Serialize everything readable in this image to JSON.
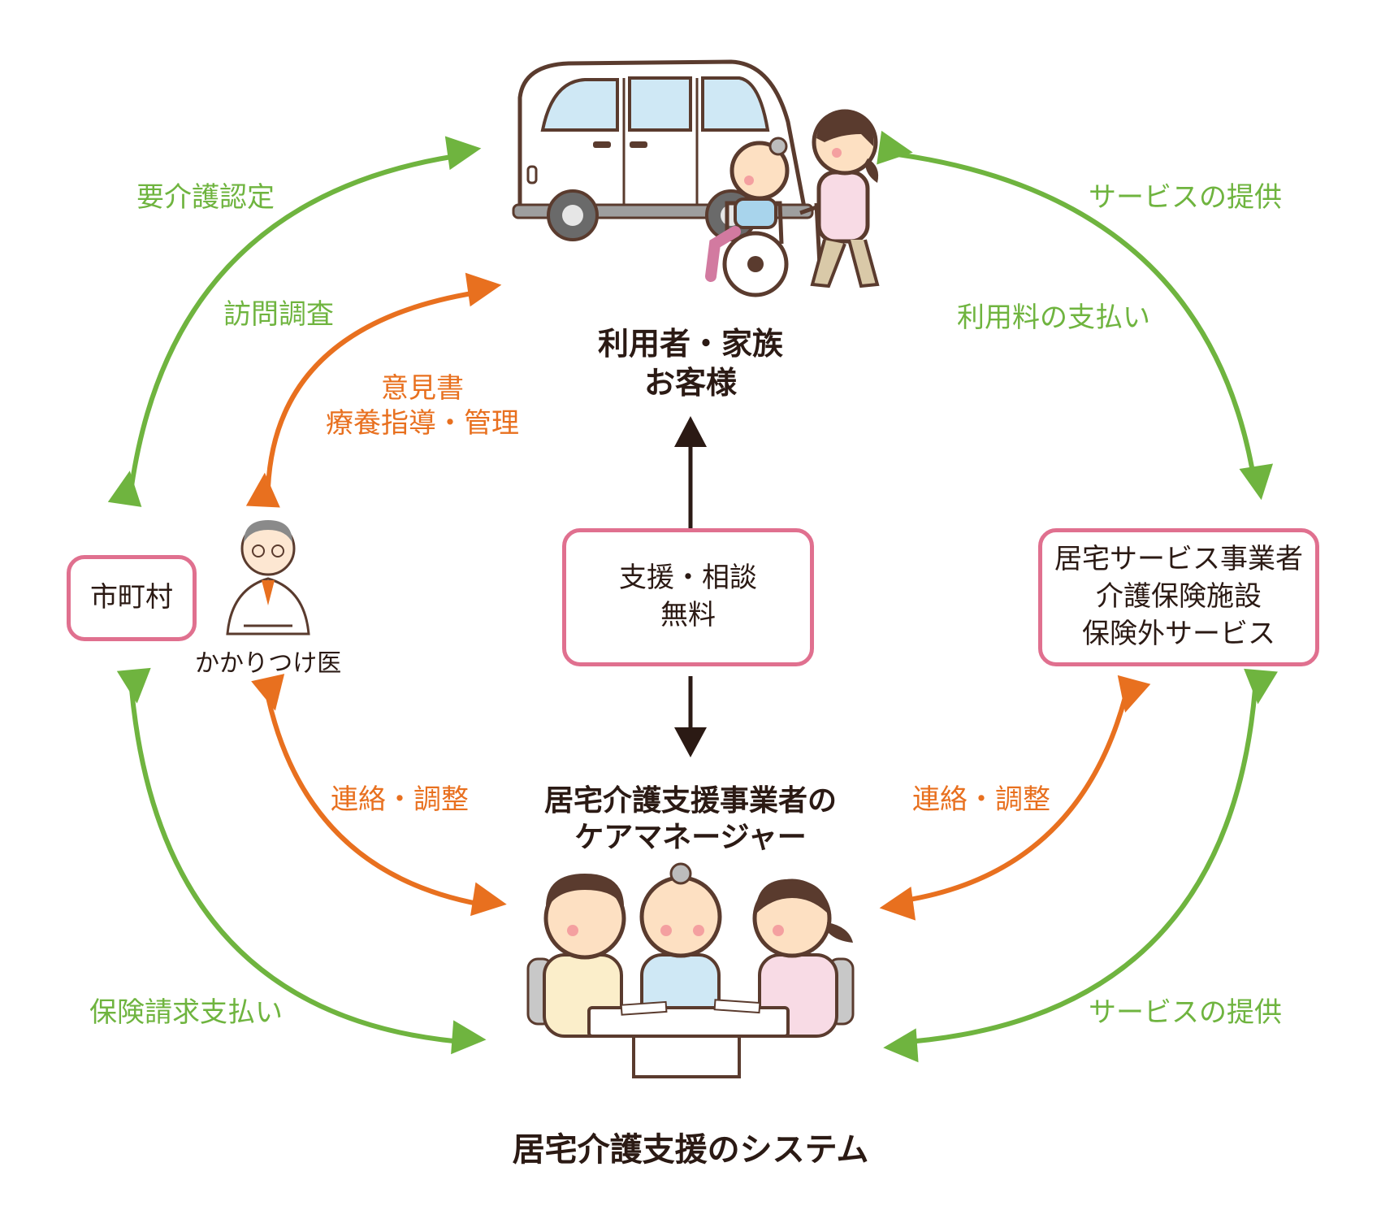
{
  "title": "居宅介護支援のシステム",
  "nodes": {
    "user": {
      "line1": "利用者・家族",
      "line2": "お客様"
    },
    "municipality": {
      "label": "市町村"
    },
    "doctor": {
      "label": "かかりつけ医"
    },
    "center": {
      "line1": "支援・相談",
      "line2": "無料"
    },
    "provider": {
      "line1": "居宅サービス事業者",
      "line2": "介護保険施設",
      "line3": "保険外サービス"
    },
    "caremanager": {
      "line1": "居宅介護支援事業者の",
      "line2": "ケアマネージャー"
    }
  },
  "edges": {
    "top_left_1": "要介護認定",
    "top_left_2": "訪問調査",
    "doctor_user_1": "意見書",
    "doctor_user_2": "療養指導・管理",
    "top_right_1": "サービスの提供",
    "top_right_2": "利用料の支払い",
    "doctor_cm": "連絡・調整",
    "provider_cm": "連絡・調整",
    "bottom_left": "保険請求支払い",
    "bottom_right": "サービスの提供"
  },
  "colors": {
    "green": "#6fb43f",
    "orange": "#e8701f",
    "dark": "#2b1a14",
    "box_border": "#e0708f"
  }
}
